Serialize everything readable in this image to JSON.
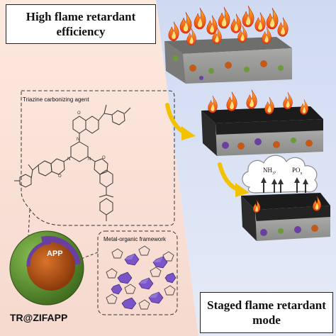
{
  "title": {
    "line1": "High flame retardant",
    "line2": "efficiency"
  },
  "mode": {
    "line1": "Staged flame retardant",
    "line2": "mode"
  },
  "labels": {
    "triazine": "Triazine carbonizing agent",
    "mof": "Metal-organic framework",
    "core": "APP",
    "product": "TR@ZIFAPP",
    "gas1": "NH",
    "gas1_sub": "3",
    "gas2": "PO",
    "gas2_sub": "x"
  },
  "colors": {
    "left_bg": "#f7e1d6",
    "right_bg": "#dfe6f5",
    "shell_green": "#6a9a3a",
    "shell_purple": "#6b3fa0",
    "core_orange": "#c25a1a",
    "mof_purple": "#7b55c8",
    "arrow_yellow": "#f2c200",
    "block_gray": "#9a9a98",
    "char_black": "#1b1b1b",
    "flame_orange": "#f26a1b",
    "flame_yellow": "#ffd23a"
  },
  "icons": [
    "flame-icon",
    "up-arrow-icon",
    "cloud-icon",
    "curved-arrow-icon"
  ]
}
